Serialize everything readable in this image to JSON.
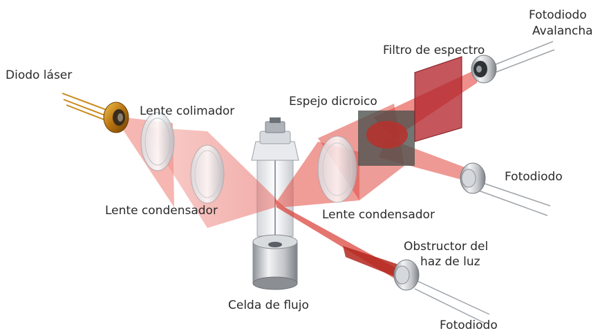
{
  "labels": {
    "diodo_laser": "Diodo láser",
    "lente_colimador": "Lente colimador",
    "lente_condensador_left": "Lente condensador",
    "celda_de_flujo": "Celda de flujo",
    "espejo_dicroico": "Espejo dicroico",
    "filtro_de_espectro": "Filtro de espectro",
    "fotodiodo_avalancha_line1": "Fotodiodo",
    "fotodiodo_avalancha_line2": "Avalancha",
    "fotodiodo_right": "Fotodiodo",
    "lente_condensador_right": "Lente condensador",
    "obstructor_line1": "Obstructor del",
    "obstructor_line2": "haz de luz",
    "fotodiodo_bottom": "Fotodiodo"
  },
  "colors": {
    "laser_beam": "#e53b3b",
    "laser_body": "#c98a1c",
    "mirror": "#4a4a4a",
    "filter": "#b3262e",
    "metal": "#c9ccd0"
  }
}
